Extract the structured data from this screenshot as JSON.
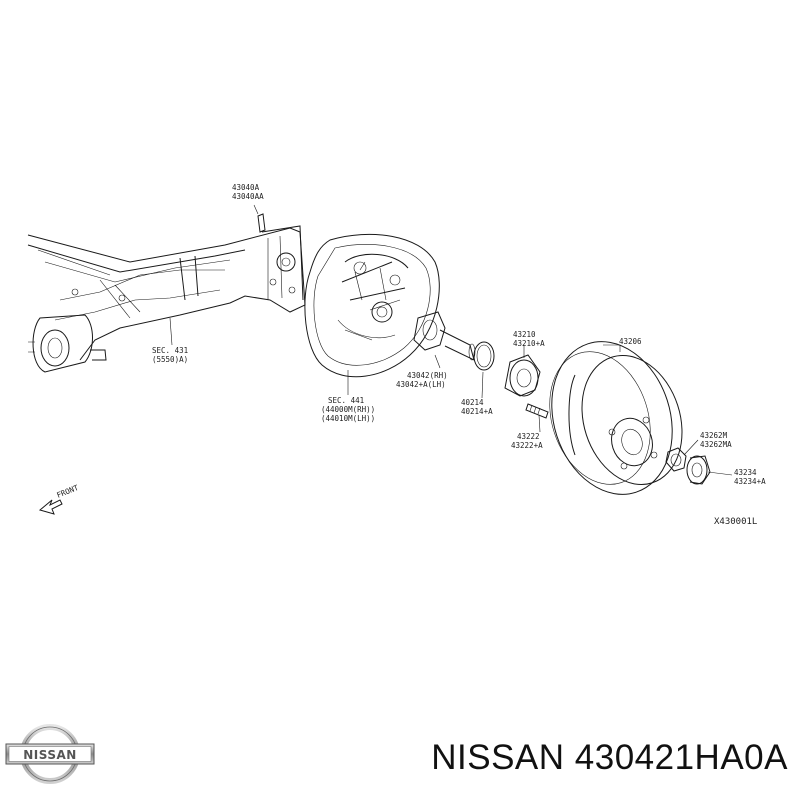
{
  "diagram": {
    "labels": {
      "p43040": "43040A",
      "p43040aa": "43040AA",
      "sec431": "SEC. 431",
      "sec431_ref": "(5550)A)",
      "sec441": "SEC. 441",
      "sec441_rh": "(44000M(RH))",
      "sec441_lh": "(44010M(LH))",
      "p43042_rh": "43042(RH)",
      "p43042_lh": "43042+A(LH)",
      "p43210": "43210",
      "p43210a": "43210+A",
      "p40214": "40214",
      "p40214a": "40214+A",
      "p43222": "43222",
      "p43222a": "43222+A",
      "p43206": "43206",
      "p43262m": "43262M",
      "p43262ma": "43262MA",
      "p43234": "43234",
      "p43234a": "43234+A",
      "front": "FRONT",
      "code": "X430001L"
    }
  },
  "brand": {
    "logo_text": "NISSAN"
  },
  "caption": {
    "text": "NISSAN 430421HA0A"
  }
}
